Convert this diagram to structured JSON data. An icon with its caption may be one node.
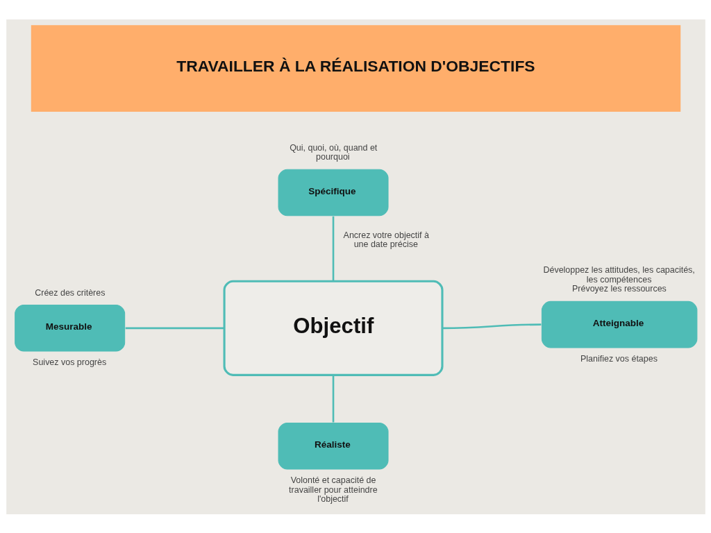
{
  "diagram": {
    "title": "TRAVAILLER À LA RÉALISATION D'OBJECTIFS",
    "nodes": [
      {
        "text": [
          "Spécifique"
        ],
        "beside": [
          "Qui, quoi, où, quand et pourquoi"
        ]
      },
      {
        "text": [
          "Mesurable"
        ],
        "beside": [
          "Créez des critères",
          "Suivez vos progrès"
        ]
      },
      {
        "text": [
          "Objectif"
        ]
      },
      {
        "text": [
          "Atteignable"
        ],
        "beside": [
          "Développez les attitudes, les capacités, les compétences",
          "Prévoyez les ressources",
          "Planifiez vos étapes"
        ]
      },
      {
        "text": [
          "Réaliste"
        ],
        "beside": [
          "Volonté et capacité de travailler pour atteindre l'objectif"
        ]
      }
    ],
    "edges": [
      {
        "from": 0,
        "to": 2,
        "arrow": "none",
        "label": "Ancrez votre objectif à une date précise"
      },
      {
        "from": 1,
        "to": 2,
        "arrow": "none"
      },
      {
        "from": 2,
        "to": 3,
        "arrow": "none"
      },
      {
        "from": 2,
        "to": 4,
        "arrow": "none"
      }
    ]
  }
}
